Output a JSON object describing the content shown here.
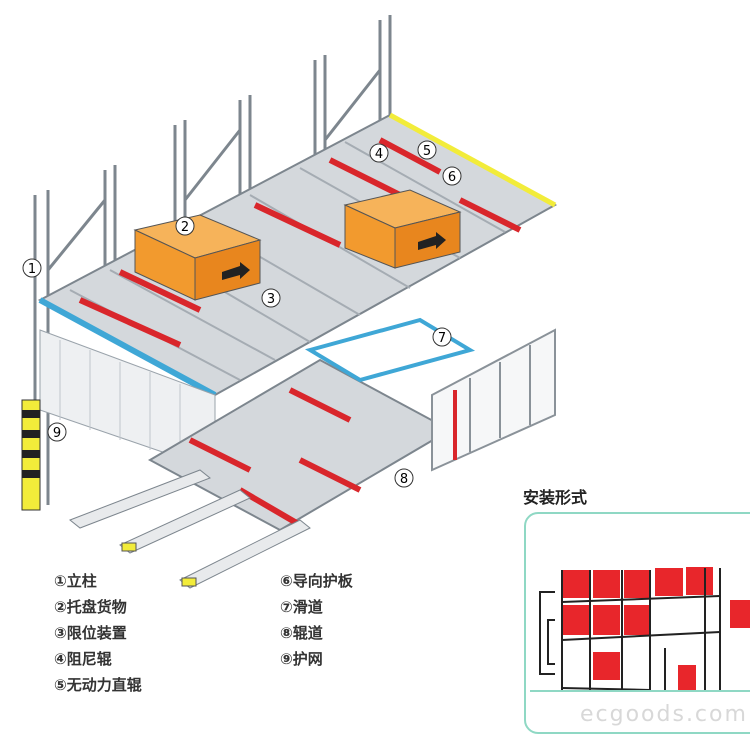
{
  "diagram": {
    "callouts": [
      "1",
      "2",
      "3",
      "4",
      "5",
      "6",
      "7",
      "8",
      "9"
    ],
    "legend_left": [
      "①立柱",
      "②托盘货物",
      "③限位装置",
      "④阻尼辊",
      "⑤无动力直辊"
    ],
    "legend_right": [
      "⑥导向护板",
      "⑦滑道",
      "⑧辊道",
      "⑨护网"
    ],
    "install_title": "安装形式",
    "watermark": "ecgoods.com",
    "colors": {
      "frame": "#9aa3ab",
      "roller": "#c8cdd2",
      "red": "#d9262b",
      "yellow": "#f2ec3a",
      "blue": "#3fa7d6",
      "box": "#f29a2e"
    }
  }
}
